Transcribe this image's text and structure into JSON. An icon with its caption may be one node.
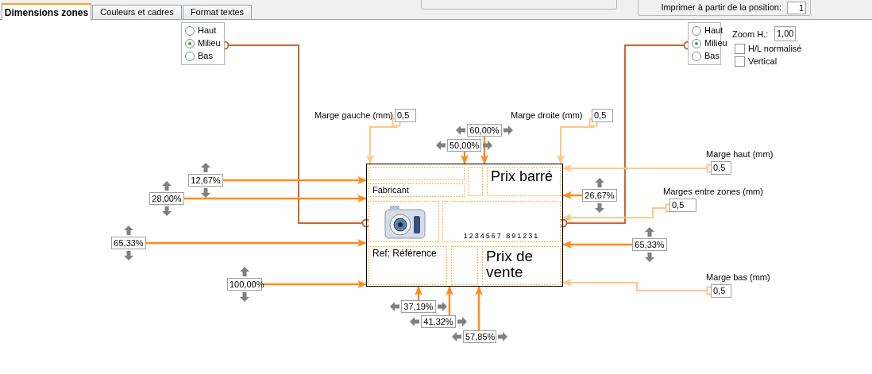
{
  "diagram": {
    "nodes": [
      {
        "text": [
          "Haut",
          "Milieu",
          "Bas"
        ]
      },
      {
        "text": [
          "Haut",
          "Milieu",
          "Bas"
        ]
      },
      {
        "text": [
          "0,5"
        ],
        "beside": [
          "Marge gauche (mm)"
        ]
      },
      {
        "text": [
          "0,5"
        ],
        "beside": [
          "Marge droite (mm)"
        ]
      },
      {
        "text": [
          "60,00%"
        ]
      },
      {
        "text": [
          "50,00%"
        ]
      },
      {
        "text": [
          "0,5"
        ],
        "beside": [
          "Marge haut (mm)"
        ]
      },
      {
        "text": [
          "12,67%"
        ]
      },
      {
        "text": [
          "28,00%"
        ]
      },
      {
        "text": [
          "26,67%"
        ]
      },
      {
        "text": [
          "0,5"
        ],
        "beside": [
          "Marges entre zones (mm)"
        ]
      },
      {
        "text": [
          "65,33%"
        ]
      },
      {
        "text": [
          "65,33%"
        ]
      },
      {
        "text": [
          "100,00%"
        ]
      },
      {
        "text": [
          "0,5"
        ],
        "beside": [
          "Marge bas (mm)"
        ]
      },
      {
        "text": [
          "37,19%"
        ]
      },
      {
        "text": [
          "41,32%"
        ]
      },
      {
        "text": [
          "57,85%"
        ]
      },
      {
        "text": [],
        "shape": "box"
      },
      {
        "text": [],
        "shape": "box",
        "in": 18
      },
      {
        "text": [
          "Fabricant"
        ],
        "in": 18
      },
      {
        "text": [],
        "shape": "box",
        "in": 18
      },
      {
        "text": [
          "Prix barré"
        ],
        "in": 18
      },
      {
        "text": [],
        "shape": "picture",
        "in": 18
      },
      {
        "text": [
          "1234567 891231"
        ],
        "in": 18
      },
      {
        "text": [
          "Ref: Référence"
        ],
        "in": 18
      },
      {
        "text": [],
        "shape": "box",
        "in": 18
      },
      {
        "text": [
          "Prix de vente"
        ],
        "in": 18
      },
      {
        "text": [
          "1"
        ],
        "beside": [
          "Imprimer à partir de la position:"
        ]
      },
      {
        "text": [
          "1,00"
        ],
        "beside": [
          "Zoom H.:"
        ]
      }
    ],
    "edges": [
      {
        "from": 0,
        "to": 18,
        "arrow": "other",
        "color": "#cc6633"
      },
      {
        "from": 1,
        "to": 18,
        "arrow": "other",
        "color": "#cc6633"
      },
      {
        "from": 2,
        "to": 18,
        "arrow": "to",
        "color": "#ffc68c"
      },
      {
        "from": 3,
        "to": 18,
        "arrow": "to",
        "color": "#ffc68c"
      },
      {
        "from": 6,
        "to": 18,
        "arrow": "to",
        "color": "#ffc68c"
      },
      {
        "from": 10,
        "to": 18,
        "arrow": "to",
        "color": "#ffc68c"
      },
      {
        "from": 14,
        "to": 18,
        "arrow": "to",
        "color": "#ffc68c"
      },
      {
        "from": 4,
        "to": 18,
        "arrow": "to"
      },
      {
        "from": 5,
        "to": 18,
        "arrow": "to"
      },
      {
        "from": 7,
        "to": 18,
        "arrow": "to"
      },
      {
        "from": 8,
        "to": 18,
        "arrow": "to"
      },
      {
        "from": 9,
        "to": 18,
        "arrow": "to"
      },
      {
        "from": 11,
        "to": 18,
        "arrow": "to"
      },
      {
        "from": 12,
        "to": 18,
        "arrow": "to"
      },
      {
        "from": 13,
        "to": 18,
        "arrow": "to"
      },
      {
        "from": 15,
        "to": 18,
        "arrow": "to"
      },
      {
        "from": 16,
        "to": 18,
        "arrow": "to"
      },
      {
        "from": 17,
        "to": 18,
        "arrow": "to"
      }
    ],
    "labels": [
      "Dimensions zones",
      "Couleurs et cadres",
      "Format textes",
      "H/L normalisé",
      "Vertical"
    ]
  }
}
